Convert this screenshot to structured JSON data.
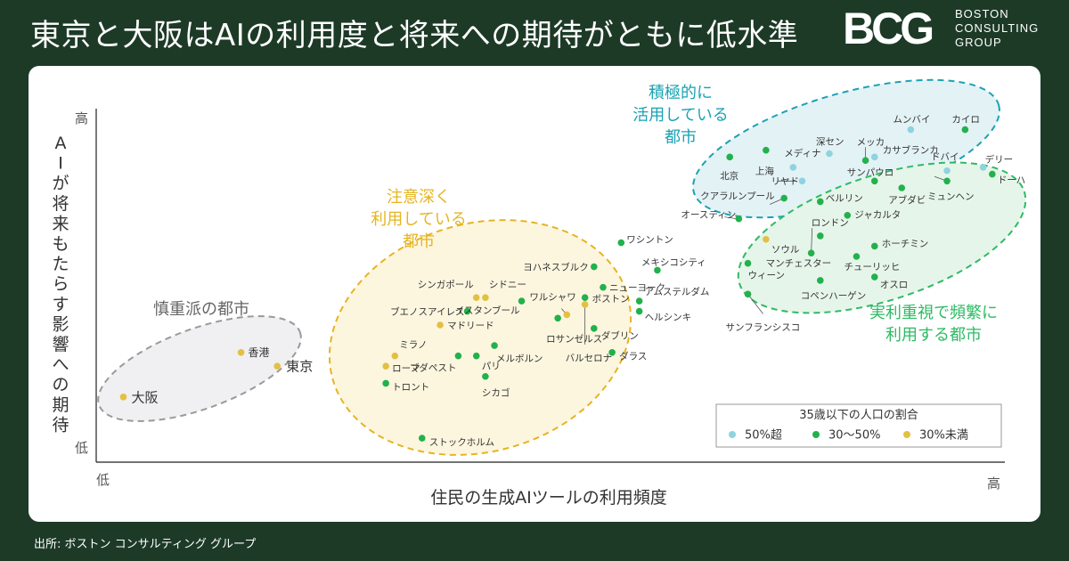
{
  "title": "東京と大阪はAIの利用度と将来への期待がともに低水準",
  "logo": {
    "mark": "BCG",
    "lines": [
      "BOSTON",
      "CONSULTING",
      "GROUP"
    ]
  },
  "source": "出所: ボストン コンサルティング グループ",
  "colors": {
    "background": "#1d3a27",
    "over50": "#8fd3df",
    "mid": "#22b14c",
    "under30": "#e3c043",
    "cautious": "#9a9a9a",
    "active": "#1aa3b3",
    "careful": "#e6b422",
    "practical": "#2dbb63"
  },
  "chart_data": {
    "type": "scatter",
    "xlabel": "住民の生成AIツールの利用頻度",
    "ylabel": "AIが将来もたらす影響への期待",
    "x_ticks": {
      "low": "低",
      "high": "高"
    },
    "y_ticks": {
      "low": "低",
      "high": "高"
    },
    "xlim": [
      0,
      100
    ],
    "ylim": [
      0,
      100
    ],
    "legend": {
      "title": "35歳以下の人口の割合",
      "position": "bottom-right",
      "items": [
        {
          "key": "over50",
          "label": "50%超"
        },
        {
          "key": "mid",
          "label": "30〜50%"
        },
        {
          "key": "under30",
          "label": "30%未満"
        }
      ]
    },
    "groups": [
      {
        "key": "cautious",
        "lines": [
          "慎重派の都市"
        ]
      },
      {
        "key": "careful",
        "lines": [
          "注意深く",
          "利用している",
          "都市"
        ]
      },
      {
        "key": "active",
        "lines": [
          "積極的に",
          "活用している",
          "都市"
        ]
      },
      {
        "key": "practical",
        "lines": [
          "実利重視で頻繁に",
          "利用する都市"
        ]
      }
    ],
    "points": [
      {
        "name": "大阪",
        "x": 3,
        "y": 19,
        "cat": "under30"
      },
      {
        "name": "香港",
        "x": 16,
        "y": 32,
        "cat": "under30"
      },
      {
        "name": "東京",
        "x": 20,
        "y": 28,
        "cat": "under30"
      },
      {
        "name": "シンガポール",
        "x": 42,
        "y": 48,
        "cat": "under30"
      },
      {
        "name": "シドニー",
        "x": 43,
        "y": 48,
        "cat": "under30"
      },
      {
        "name": "ブエノスアイレス",
        "x": 41,
        "y": 44,
        "cat": "mid"
      },
      {
        "name": "マドリード",
        "x": 38,
        "y": 40,
        "cat": "under30"
      },
      {
        "name": "ミラノ",
        "x": 33,
        "y": 31,
        "cat": "under30"
      },
      {
        "name": "ローマ",
        "x": 32,
        "y": 28,
        "cat": "under30"
      },
      {
        "name": "トロント",
        "x": 32,
        "y": 23,
        "cat": "mid"
      },
      {
        "name": "ブダペスト",
        "x": 40,
        "y": 31,
        "cat": "mid"
      },
      {
        "name": "パリ",
        "x": 42,
        "y": 31,
        "cat": "mid"
      },
      {
        "name": "シカゴ",
        "x": 43,
        "y": 25,
        "cat": "mid"
      },
      {
        "name": "メルボルン",
        "x": 44,
        "y": 34,
        "cat": "mid"
      },
      {
        "name": "イスタンブール",
        "x": 47,
        "y": 47,
        "cat": "mid"
      },
      {
        "name": "ロサンゼルス",
        "x": 51,
        "y": 42,
        "cat": "mid"
      },
      {
        "name": "ワルシャワ",
        "x": 52,
        "y": 43,
        "cat": "under30"
      },
      {
        "name": "バルセロナ",
        "x": 54,
        "y": 46,
        "cat": "under30"
      },
      {
        "name": "ヨハネスブルク",
        "x": 55,
        "y": 57,
        "cat": "mid"
      },
      {
        "name": "ニューヨーク",
        "x": 56,
        "y": 51,
        "cat": "mid"
      },
      {
        "name": "ボストン",
        "x": 54,
        "y": 48,
        "cat": "mid"
      },
      {
        "name": "ダブリン",
        "x": 55,
        "y": 39,
        "cat": "mid"
      },
      {
        "name": "ダラス",
        "x": 57,
        "y": 32,
        "cat": "mid"
      },
      {
        "name": "ワシントン",
        "x": 58,
        "y": 64,
        "cat": "mid"
      },
      {
        "name": "メキシコシティ",
        "x": 62,
        "y": 56,
        "cat": "mid"
      },
      {
        "name": "アムステルダム",
        "x": 60,
        "y": 47,
        "cat": "mid"
      },
      {
        "name": "ヘルシンキ",
        "x": 60,
        "y": 44,
        "cat": "mid"
      },
      {
        "name": "ストックホルム",
        "x": 36,
        "y": 7,
        "cat": "mid"
      },
      {
        "name": "北京",
        "x": 70,
        "y": 89,
        "cat": "mid"
      },
      {
        "name": "上海",
        "x": 74,
        "y": 91,
        "cat": "mid"
      },
      {
        "name": "メディナ",
        "x": 77,
        "y": 86,
        "cat": "over50"
      },
      {
        "name": "深セン",
        "x": 81,
        "y": 90,
        "cat": "over50"
      },
      {
        "name": "メッカ",
        "x": 85,
        "y": 88,
        "cat": "mid"
      },
      {
        "name": "カサブランカ",
        "x": 86,
        "y": 89,
        "cat": "over50"
      },
      {
        "name": "ムンバイ",
        "x": 90,
        "y": 97,
        "cat": "over50"
      },
      {
        "name": "カイロ",
        "x": 96,
        "y": 97,
        "cat": "mid"
      },
      {
        "name": "ドバイ",
        "x": 94,
        "y": 85,
        "cat": "over50"
      },
      {
        "name": "デリー",
        "x": 98,
        "y": 86,
        "cat": "over50"
      },
      {
        "name": "ミュンヘン",
        "x": 94,
        "y": 82,
        "cat": "mid"
      },
      {
        "name": "ドーハ",
        "x": 99,
        "y": 84,
        "cat": "mid"
      },
      {
        "name": "サンパウロ",
        "x": 86,
        "y": 82,
        "cat": "mid"
      },
      {
        "name": "アブダビ",
        "x": 89,
        "y": 80,
        "cat": "mid"
      },
      {
        "name": "リヤド",
        "x": 78,
        "y": 82,
        "cat": "over50"
      },
      {
        "name": "クアラルンプール",
        "x": 76,
        "y": 77,
        "cat": "mid"
      },
      {
        "name": "ベルリン",
        "x": 80,
        "y": 76,
        "cat": "mid"
      },
      {
        "name": "ジャカルタ",
        "x": 83,
        "y": 72,
        "cat": "mid"
      },
      {
        "name": "オースティン",
        "x": 71,
        "y": 71,
        "cat": "mid"
      },
      {
        "name": "ソウル",
        "x": 74,
        "y": 65,
        "cat": "under30"
      },
      {
        "name": "ロンドン",
        "x": 80,
        "y": 66,
        "cat": "mid"
      },
      {
        "name": "ホーチミン",
        "x": 86,
        "y": 63,
        "cat": "mid"
      },
      {
        "name": "マンチェスター",
        "x": 79,
        "y": 61,
        "cat": "mid"
      },
      {
        "name": "チューリッヒ",
        "x": 84,
        "y": 60,
        "cat": "mid"
      },
      {
        "name": "ウィーン",
        "x": 72,
        "y": 58,
        "cat": "mid"
      },
      {
        "name": "オスロ",
        "x": 86,
        "y": 54,
        "cat": "mid"
      },
      {
        "name": "コペンハーゲン",
        "x": 80,
        "y": 53,
        "cat": "mid"
      },
      {
        "name": "サンフランシスコ",
        "x": 72,
        "y": 49,
        "cat": "mid"
      }
    ]
  }
}
